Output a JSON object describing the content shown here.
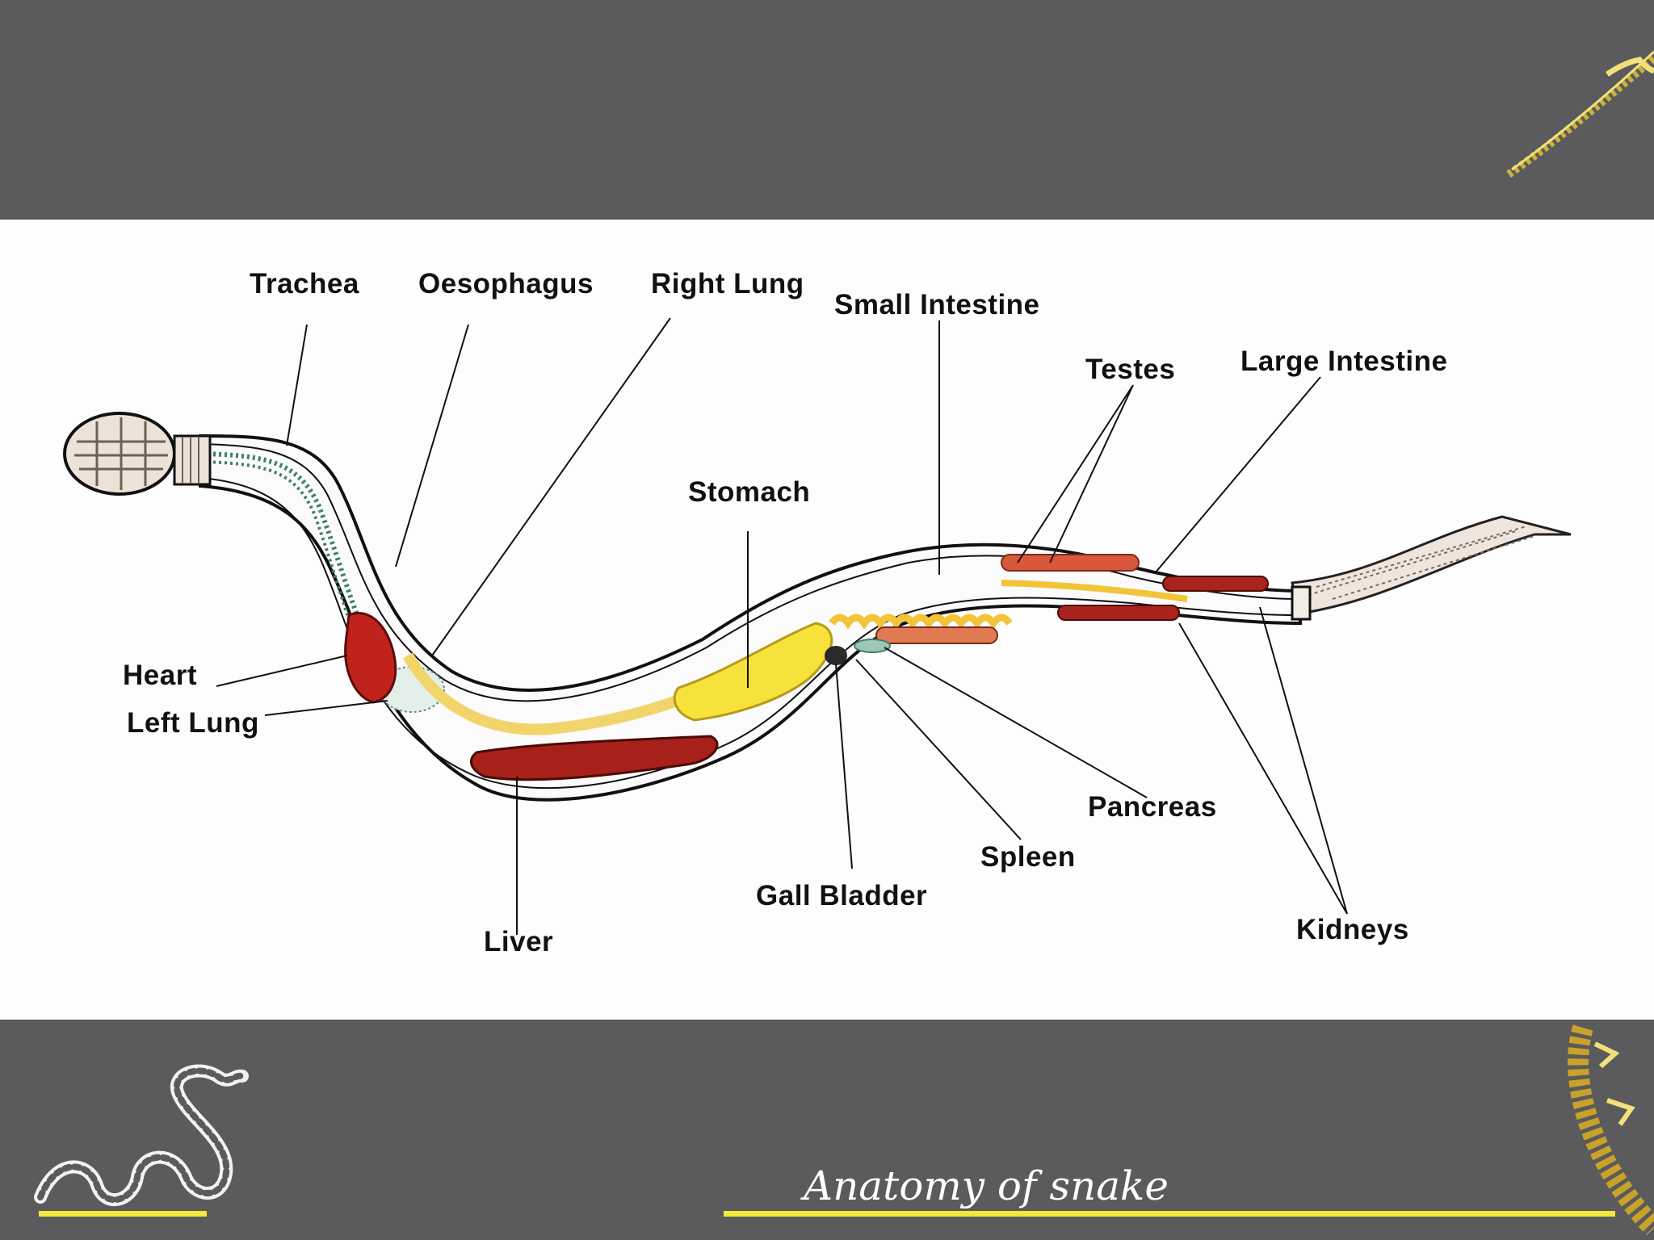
{
  "slide": {
    "caption": "Anatomy of snake",
    "accent_color": "#f2e93a",
    "band_color": "#5b5a5c",
    "background_color": "#fdfdfd"
  },
  "diagram": {
    "labels": {
      "trachea": "Trachea",
      "oesophagus": "Oesophagus",
      "right_lung": "Right Lung",
      "small_intestine": "Small Intestine",
      "testes": "Testes",
      "large_intestine": "Large Intestine",
      "stomach": "Stomach",
      "heart": "Heart",
      "left_lung": "Left Lung",
      "liver": "Liver",
      "gall_bladder": "Gall Bladder",
      "spleen": "Spleen",
      "pancreas": "Pancreas",
      "kidneys": "Kidneys"
    },
    "organ_colors": {
      "heart": "#c0231b",
      "liver": "#a8201a",
      "stomach": "#f6e23a",
      "intestine": "#f2c43a",
      "testes": "#d9573a",
      "kidneys": "#a8241c",
      "lung": "#5f8f7a"
    }
  },
  "decor": {
    "top_right": "snake-skin-strip",
    "bottom_left": "snake-outline-sketch",
    "bottom_right": "snake-skin-strip"
  }
}
